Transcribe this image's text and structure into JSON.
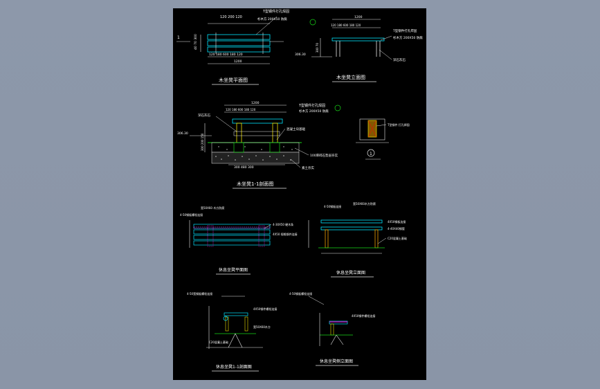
{
  "drawing": {
    "colors": {
      "background": "#8b96a8",
      "sheet": "#000000",
      "cyan": "#00e5ff",
      "white": "#f0f0f0",
      "yellow": "#f0e000",
      "green": "#18d818",
      "magenta": "#e020e0",
      "orange": "#f0a000"
    },
    "views": {
      "plan": {
        "title": "木坐凳平面图",
        "note_top": "T型钢件打孔焊固",
        "note_mid": "杉木方 200X50 防腐",
        "dim_top": "120 200 120",
        "dim_bottom_parts": "120 180  600  180 120",
        "dim_total": "1200",
        "side_dims": "40 70 300",
        "section_mark": "1"
      },
      "elevation": {
        "title": "木坐凳立面图",
        "dim_total": "1200",
        "dim_parts": "120 180  600  180 120",
        "note_right": "T型钢件打孔焊固",
        "note_right2": "杉木方 200X50 防腐",
        "note_low": "深石灰石",
        "height_dim": "300 70",
        "level": "306.30"
      },
      "section": {
        "title": "木坐凳1-1剖面图",
        "dim_total": "1200",
        "dim_parts": "120 180  600  180 120",
        "note_top": "T型钢件打孔焊固",
        "note_top2": "杉木方 200X50 防腐",
        "note_left": "深石灰石",
        "note_mid": "混凝土块基础",
        "note_right": "100厚碎石垫层夯实",
        "note_bottom": "素土夯实",
        "level": "306.30",
        "bottom_dims": "300  480  300",
        "side_dims": "300 200 150"
      },
      "detail": {
        "marker": "1",
        "note": "T型钢件 打孔焊固"
      },
      "plan2": {
        "title": "休息坐凳平面图",
        "note_a": "宽50X60 木方防腐",
        "note_b": "4-50钢板螺栓连接",
        "note_c": "4-30X50 硬木条",
        "note_d": "4X50 规格钢件连接"
      },
      "elevation2": {
        "title": "休息坐凳立面图",
        "note_a": "4-50钢板连接",
        "note_b": "宽50X60木方防腐",
        "note_c": "4X50钢板连接",
        "note_d": "4-40X40钢管",
        "note_e": "C20混凝土基础"
      },
      "section2": {
        "title": "休息坐凳1-1剖面图",
        "note_a": "4-50宽钢板螺栓连接",
        "note_b": "4X50钢件螺栓连接",
        "note_c": "宽50X60木方",
        "note_d": "C20混凝土基础"
      },
      "side2": {
        "title": "休息坐凳侧立面图",
        "note_a": "4-50钢板螺栓连接",
        "note_b": "4X50钢件螺栓连接"
      }
    }
  }
}
